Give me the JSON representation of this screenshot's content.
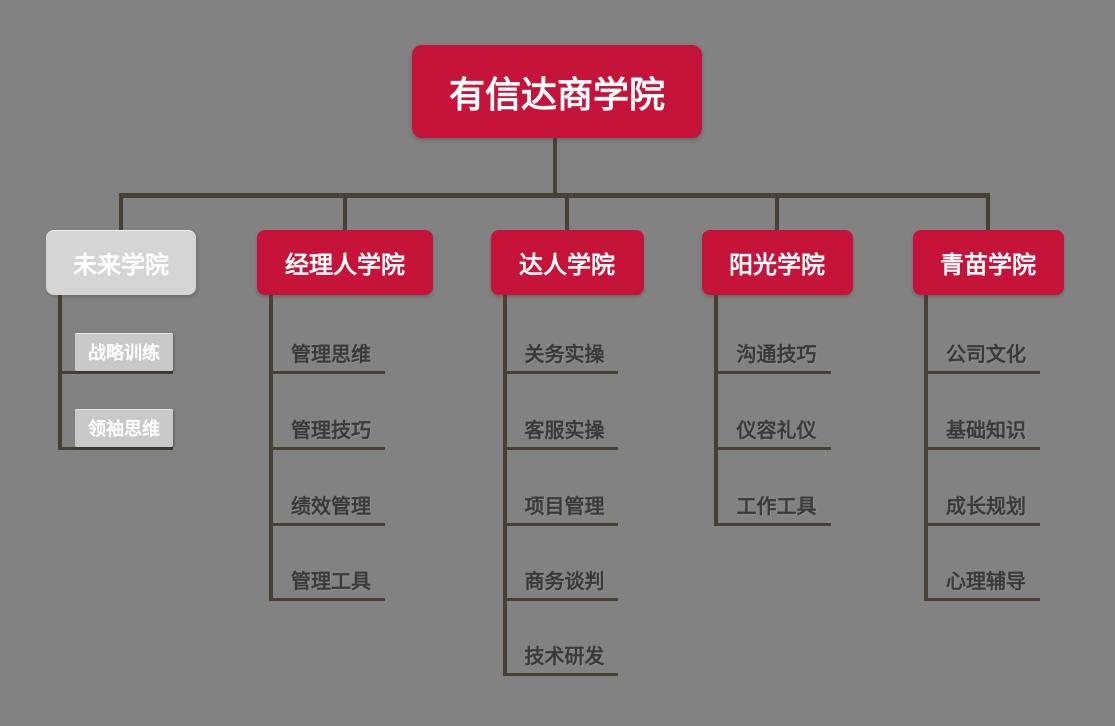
{
  "colors": {
    "background": "#828282",
    "node_red": "#c5133a",
    "node_gray": "#d5d5d5",
    "leaf_box_gray": "#c9c9c9",
    "connector": "#474033",
    "leaf_text": "#3a3a3a",
    "node_text": "#ffffff"
  },
  "root": {
    "label": "有信达商学院"
  },
  "branches": [
    {
      "label": "未来学院",
      "variant": "gray",
      "children": [
        "战略训练",
        "领袖思维"
      ]
    },
    {
      "label": "经理人学院",
      "variant": "red",
      "children": [
        "管理思维",
        "管理技巧",
        "绩效管理",
        "管理工具"
      ]
    },
    {
      "label": "达人学院",
      "variant": "red",
      "children": [
        "关务实操",
        "客服实操",
        "项目管理",
        "商务谈判",
        "技术研发"
      ]
    },
    {
      "label": "阳光学院",
      "variant": "red",
      "children": [
        "沟通技巧",
        "仪容礼仪",
        "工作工具"
      ]
    },
    {
      "label": "青苗学院",
      "variant": "red",
      "children": [
        "公司文化",
        "基础知识",
        "成长规划",
        "心理辅导"
      ]
    }
  ]
}
